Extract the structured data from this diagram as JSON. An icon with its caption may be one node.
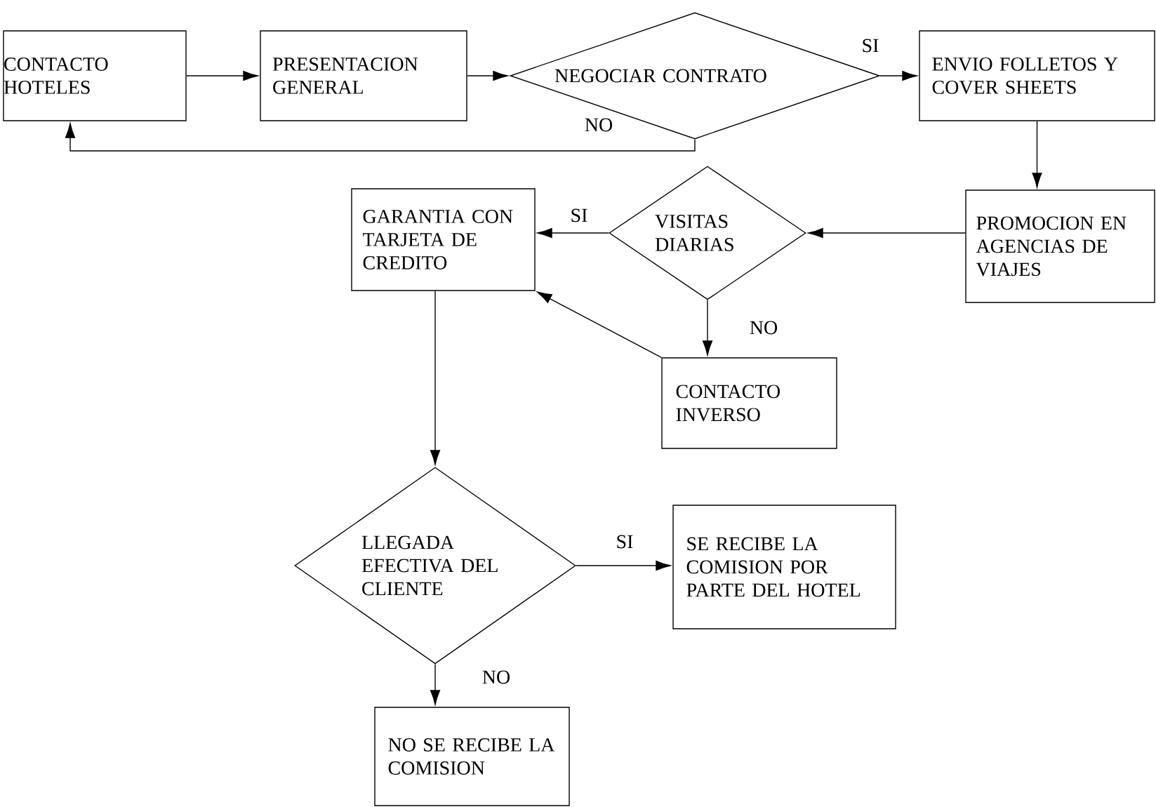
{
  "diagram": {
    "nodes": [
      {
        "text": [
          "CONTACTO HOTELES"
        ]
      },
      {
        "text": [
          "PRESENTACION GENERAL"
        ]
      },
      {
        "text": [
          "NEGOCIAR CONTRATO"
        ]
      },
      {
        "text": [
          "ENVIO FOLLETOS Y COVER SHEETS"
        ]
      },
      {
        "text": [
          "PROMOCION EN AGENCIAS DE VIAJES"
        ]
      },
      {
        "text": [
          "VISITAS DIARIAS"
        ]
      },
      {
        "text": [
          "GARANTIA CON TARJETA DE CREDITO"
        ]
      },
      {
        "text": [
          "CONTACTO INVERSO"
        ]
      },
      {
        "text": [
          "LLEGADA EFECTIVA DEL CLIENTE"
        ]
      },
      {
        "text": [
          "SE RECIBE LA COMISION POR PARTE DEL HOTEL"
        ]
      },
      {
        "text": [
          "NO SE RECIBE LA COMISION"
        ]
      }
    ],
    "edges": [
      {
        "from": 0,
        "to": 1,
        "arrow": "to"
      },
      {
        "from": 1,
        "to": 2,
        "arrow": "to"
      },
      {
        "from": 2,
        "to": 3,
        "arrow": "to",
        "label": "SI"
      },
      {
        "from": 2,
        "to": 0,
        "arrow": "to",
        "label": "NO"
      },
      {
        "from": 3,
        "to": 4,
        "arrow": "to"
      },
      {
        "from": 4,
        "to": 5,
        "arrow": "to"
      },
      {
        "from": 5,
        "to": 6,
        "arrow": "to",
        "label": "SI"
      },
      {
        "from": 5,
        "to": 7,
        "arrow": "to",
        "label": "NO"
      },
      {
        "from": 7,
        "to": 6,
        "arrow": "to"
      },
      {
        "from": 6,
        "to": 8,
        "arrow": "to"
      },
      {
        "from": 8,
        "to": 9,
        "arrow": "to",
        "label": "SI"
      },
      {
        "from": 8,
        "to": 10,
        "arrow": "to",
        "label": "NO"
      }
    ]
  }
}
